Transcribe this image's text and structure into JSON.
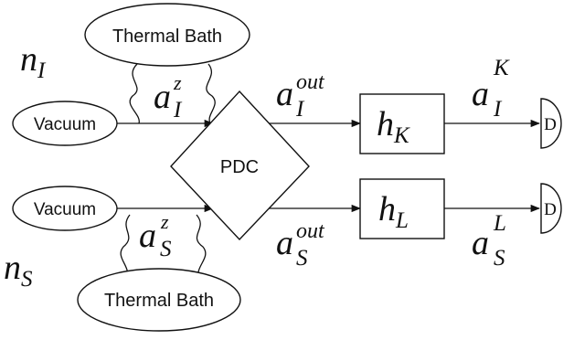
{
  "sources": {
    "thermal_bath_top": "Thermal Bath",
    "thermal_bath_bottom": "Thermal Bath",
    "vacuum_top": "Vacuum",
    "vacuum_bottom": "Vacuum"
  },
  "crystal": {
    "label": "PDC"
  },
  "filters": {
    "k": {
      "base": "h",
      "sub": "K"
    },
    "l": {
      "base": "h",
      "sub": "L"
    }
  },
  "detectors": {
    "top": "D",
    "bottom": "D"
  },
  "symbols": {
    "n_idler": {
      "base": "n",
      "sub": "I"
    },
    "n_signal": {
      "base": "n",
      "sub": "S"
    },
    "a_idler_z": {
      "base": "a",
      "sup": "z",
      "sub": "I"
    },
    "a_signal_z": {
      "base": "a",
      "sup": "z",
      "sub": "S"
    },
    "a_idler_out": {
      "base": "a",
      "sup": "out",
      "sub": "I"
    },
    "a_signal_out": {
      "base": "a",
      "sup": "out",
      "sub": "S"
    },
    "a_idler_k": {
      "base": "a",
      "sup": "K",
      "sub": "I"
    },
    "a_signal_l": {
      "base": "a",
      "sup": "L",
      "sub": "S"
    }
  },
  "colors": {
    "stroke": "#111111",
    "fill": "#ffffff"
  }
}
